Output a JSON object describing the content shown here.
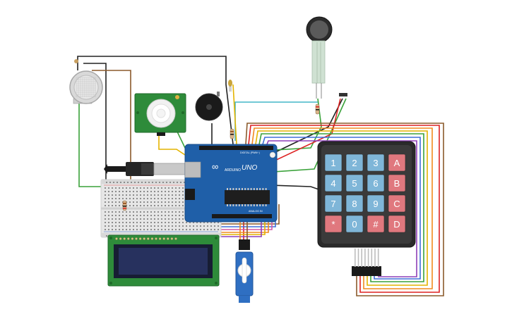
{
  "arduino": {
    "logo": "∞",
    "brand": "ARDUINO",
    "model": "UNO",
    "digital_label": "DIGITAL (PWM~)",
    "analog_label": "ANALOG IN"
  },
  "keypad": {
    "rows": [
      [
        "1",
        "2",
        "3",
        "A"
      ],
      [
        "4",
        "5",
        "6",
        "B"
      ],
      [
        "7",
        "8",
        "9",
        "C"
      ],
      [
        "*",
        "0",
        "#",
        "D"
      ]
    ]
  },
  "colors": {
    "key_blue": "#7fb6d8",
    "key_red": "#e0787e",
    "board_blue": "#1f5fa8",
    "pcb_green": "#2e8b3a",
    "lcd_screen": "#27315e"
  }
}
